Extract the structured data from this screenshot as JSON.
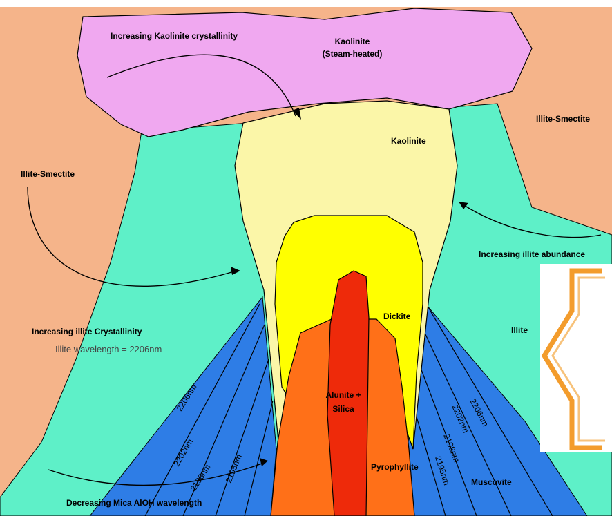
{
  "labels": {
    "kaolinite_crystallinity": "Increasing Kaolinite crystallinity",
    "kaolinite_steam_1": "Kaolinite",
    "kaolinite_steam_2": "(Steam-heated)",
    "illite_smectite_right": "Illite-Smectite",
    "illite_smectite_left": "Illite-Smectite",
    "kaolinite": "Kaolinite",
    "illite_abundance": "Increasing illite abundance",
    "illite_crystallinity": "Increasing illite Crystallinity",
    "illite_wavelength": "Illite wavelength = 2206nm",
    "dickite": "Dickite",
    "illite": "Illite",
    "alunite_1": "Alunite +",
    "alunite_2": "Silica",
    "pyrophyllite": "Pyrophyllite",
    "muscovite": "Muscovite",
    "mica_wavelength": "Decreasing Mica AlOH wavelength"
  },
  "wavelengths_left": [
    "2206nm",
    "2202nm",
    "2198nm",
    "2195nm"
  ],
  "wavelengths_right": [
    "2206nm",
    "2202nm",
    "2198nm",
    "2195nm"
  ],
  "colors": {
    "background": "#f5b48a",
    "illite_smectite": "#f5b48a",
    "illite": "#5ef0c8",
    "steam_kaolinite": "#f0a8f0",
    "kaolinite": "#fbf6a8",
    "dickite": "#ffff00",
    "pyrophyllite": "#ff7018",
    "alunite": "#ee2a0a",
    "muscovite": "#2e7de6",
    "callout_arrow": "#f39c2c"
  }
}
